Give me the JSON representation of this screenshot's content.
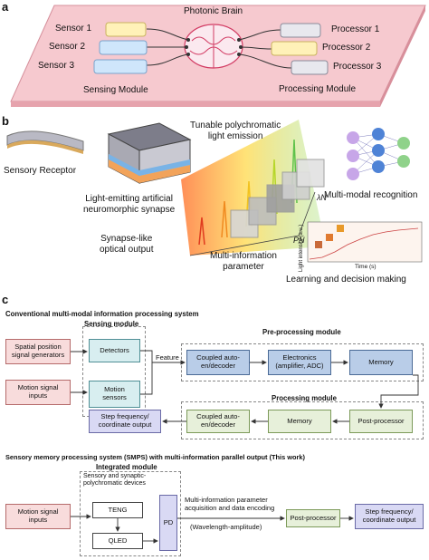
{
  "panel_a": {
    "letter": "a",
    "title": "Photonic Brain",
    "sensors": [
      "Sensor 1",
      "Sensor 2",
      "Sensor 3"
    ],
    "processors": [
      "Processor 1",
      "Processor 2",
      "Processor 3"
    ],
    "sensing_module": "Sensing Module",
    "processing_module": "Processing Module"
  },
  "panel_b": {
    "letter": "b",
    "sensory_receptor": "Sensory Receptor",
    "synapse": "Light-emitting artificial\nneuromorphic synapse",
    "tunable": "Tunable polychromatic\nlight emission",
    "synapse_output": "Synapse-like\noptical output",
    "multi_info": "Multi-information\nparameter",
    "lambda_n": "λN",
    "p_n": "PN",
    "multimodal": "Multi-modal recognition",
    "light_intensity": "Light intensity (a.u.)",
    "time": "Time (s)",
    "learning": "Learning and decision making"
  },
  "panel_c": {
    "letter": "c",
    "conv_title": "Conventional multi-modal information processing system",
    "sensing_module": "Sensing module",
    "preprocessing_module": "Pre-processing module",
    "processing_module": "Processing module",
    "spatial_gen": "Spatial position\nsignal generators",
    "motion_inputs": "Motion signal\ninputs",
    "detectors": "Detectors",
    "motion_sensors": "Motion\nsensors",
    "feature": "Feature",
    "coupled1": "Coupled auto-\nen/decoder",
    "electronics": "Electronics\n(amplifier, ADC)",
    "memory1": "Memory",
    "post1": "Post-processor",
    "memory2": "Memory",
    "coupled2": "Coupled auto-\nen/decoder",
    "step1": "Step frequency/\ncoordinate output",
    "smps_title": "Sensory memory processing system (SMPS) with multi-information parallel output (This work)",
    "integrated_module": "Integrated module",
    "motion_inputs2": "Motion signal\ninputs",
    "devices": "Sensory and synaptic-\npolychromatic devices",
    "teng": "TENG",
    "qled": "QLED",
    "pd": "PD",
    "acq": "Multi-information parameter\nacquisition and data encoding",
    "wave_amp": "(Wavelength-amplitude)",
    "post2": "Post-processor",
    "step2": "Step frequency/\ncoordinate output"
  }
}
